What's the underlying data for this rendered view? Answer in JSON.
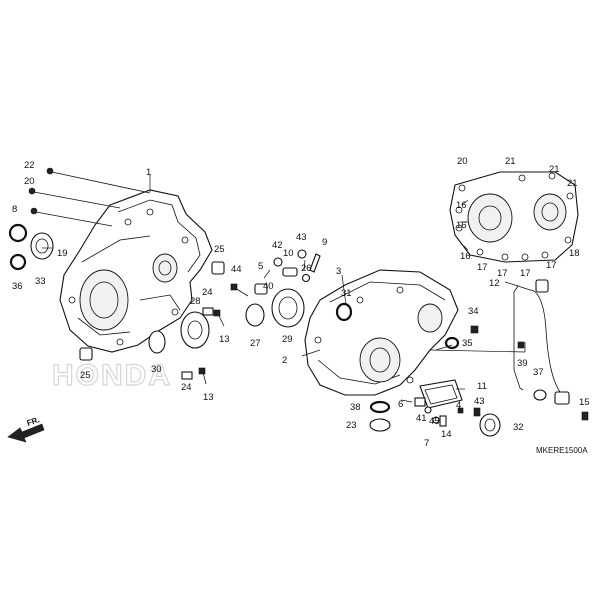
{
  "diagram": {
    "code": "MKERE1500A",
    "watermark": "HONDA",
    "front_marker": "FR.",
    "callouts": [
      {
        "id": "c1",
        "text": "1"
      },
      {
        "id": "c2",
        "text": "2"
      },
      {
        "id": "c3",
        "text": "3"
      },
      {
        "id": "c4",
        "text": "4"
      },
      {
        "id": "c5",
        "text": "5"
      },
      {
        "id": "c6",
        "text": "6"
      },
      {
        "id": "c7",
        "text": "7"
      },
      {
        "id": "c8",
        "text": "8"
      },
      {
        "id": "c9",
        "text": "9"
      },
      {
        "id": "c10",
        "text": "10"
      },
      {
        "id": "c11",
        "text": "11"
      },
      {
        "id": "c12",
        "text": "12"
      },
      {
        "id": "c13a",
        "text": "13"
      },
      {
        "id": "c13b",
        "text": "13"
      },
      {
        "id": "c14",
        "text": "14"
      },
      {
        "id": "c15",
        "text": "15"
      },
      {
        "id": "c16a",
        "text": "16"
      },
      {
        "id": "c16b",
        "text": "16"
      },
      {
        "id": "c16c",
        "text": "16"
      },
      {
        "id": "c17a",
        "text": "17"
      },
      {
        "id": "c17b",
        "text": "17"
      },
      {
        "id": "c17c",
        "text": "17"
      },
      {
        "id": "c17d",
        "text": "17"
      },
      {
        "id": "c18",
        "text": "18"
      },
      {
        "id": "c19",
        "text": "19"
      },
      {
        "id": "c20a",
        "text": "20"
      },
      {
        "id": "c20b",
        "text": "20"
      },
      {
        "id": "c21a",
        "text": "21"
      },
      {
        "id": "c21b",
        "text": "21"
      },
      {
        "id": "c21c",
        "text": "21"
      },
      {
        "id": "c22",
        "text": "22"
      },
      {
        "id": "c23",
        "text": "23"
      },
      {
        "id": "c24a",
        "text": "24"
      },
      {
        "id": "c24b",
        "text": "24"
      },
      {
        "id": "c25a",
        "text": "25"
      },
      {
        "id": "c25b",
        "text": "25"
      },
      {
        "id": "c26",
        "text": "26"
      },
      {
        "id": "c27",
        "text": "27"
      },
      {
        "id": "c28",
        "text": "28"
      },
      {
        "id": "c29",
        "text": "29"
      },
      {
        "id": "c30",
        "text": "30"
      },
      {
        "id": "c31",
        "text": "31"
      },
      {
        "id": "c32",
        "text": "32"
      },
      {
        "id": "c33",
        "text": "33"
      },
      {
        "id": "c34",
        "text": "34"
      },
      {
        "id": "c35",
        "text": "35"
      },
      {
        "id": "c36",
        "text": "36"
      },
      {
        "id": "c37",
        "text": "37"
      },
      {
        "id": "c38",
        "text": "38"
      },
      {
        "id": "c39",
        "text": "39"
      },
      {
        "id": "c40",
        "text": "40"
      },
      {
        "id": "c41",
        "text": "41"
      },
      {
        "id": "c42",
        "text": "42"
      },
      {
        "id": "c43a",
        "text": "43"
      },
      {
        "id": "c43b",
        "text": "43"
      },
      {
        "id": "c44",
        "text": "44"
      },
      {
        "id": "c45",
        "text": "45"
      }
    ]
  }
}
